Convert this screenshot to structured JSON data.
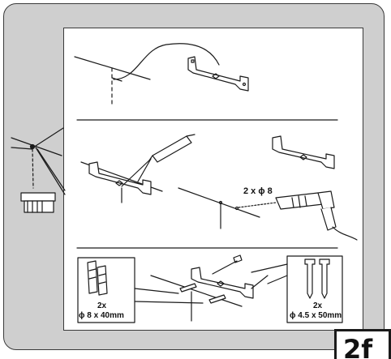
{
  "step": {
    "label": "2f"
  },
  "drill": {
    "label": "2 x ϕ 8"
  },
  "anchors": {
    "quantity": "2x",
    "size": "ϕ 8 x 40mm"
  },
  "screws": {
    "quantity": "2x",
    "size": "ϕ 4.5 x 50mm"
  },
  "colors": {
    "frame_fill": "#cfcfcf",
    "panel_fill": "#ffffff",
    "line": "#1a1a1a"
  }
}
